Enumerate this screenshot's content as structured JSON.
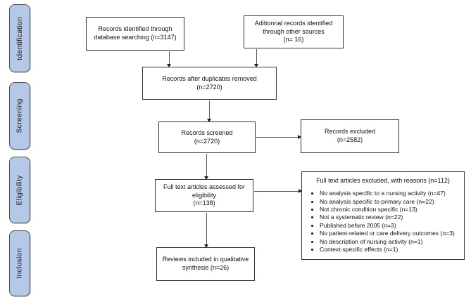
{
  "sidebar": {
    "fill_color": "#b6c8e8",
    "border_color": "#4d4d4d",
    "stages": [
      "Identification",
      "Screening",
      "Eligibility",
      "Inclusion"
    ]
  },
  "nodes": {
    "identified": "Records identified through\ndatabase searching (n=3147)",
    "additional": "Aditionnal records identified\nthrough other sources\n(n= 16)",
    "deduplicated": "Records after duplicates removed\n(n=2720)",
    "screened": "Records screened\n(n=2720)",
    "excluded": "Records excluded\n(n=2582)",
    "fulltext": "Full text articles assessed for\neligibility\n(n=138)",
    "included": "Reviews included in qualitative\nsynthesis (n=26)",
    "reasons_title": "Full text articles excluded, with reasons  (n=112)",
    "reasons": [
      "No analysis specific to a nursing activity (n=47)",
      "No analysis specific to primary care (n=22)",
      "Not chronic condition specific (n=13)",
      "Not a systematic review (n=22)",
      "Published before 2005 (n=3)",
      "No patient-related or care delivery outcomes (n=3)",
      "No description of nursing activity (n=1)",
      "Context-specific effects (n=1)"
    ]
  }
}
